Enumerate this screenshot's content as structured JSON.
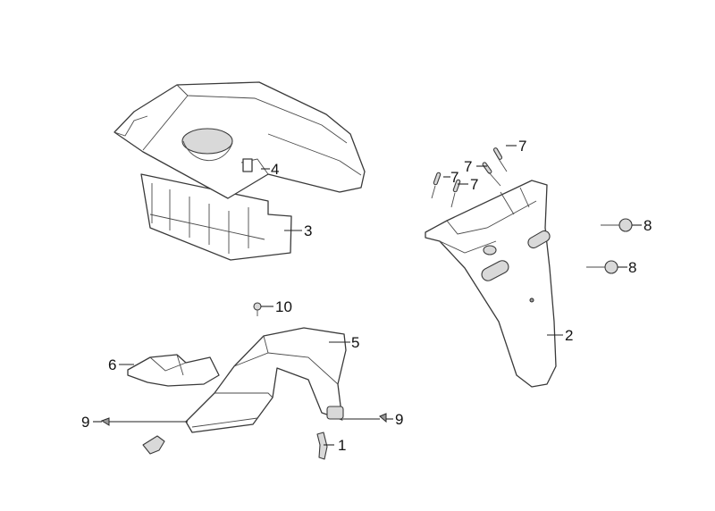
{
  "callouts": [
    {
      "id": "c1",
      "label": "1"
    },
    {
      "id": "c2",
      "label": "2"
    },
    {
      "id": "c3",
      "label": "3"
    },
    {
      "id": "c4",
      "label": "4"
    },
    {
      "id": "c5",
      "label": "5"
    },
    {
      "id": "c6",
      "label": "6"
    },
    {
      "id": "c7a",
      "label": "7"
    },
    {
      "id": "c7b",
      "label": "7"
    },
    {
      "id": "c7c",
      "label": "7"
    },
    {
      "id": "c7d",
      "label": "7"
    },
    {
      "id": "c8a",
      "label": "8"
    },
    {
      "id": "c8b",
      "label": "8"
    },
    {
      "id": "c9a",
      "label": "9"
    },
    {
      "id": "c9b",
      "label": "9"
    },
    {
      "id": "c10",
      "label": "10"
    }
  ]
}
